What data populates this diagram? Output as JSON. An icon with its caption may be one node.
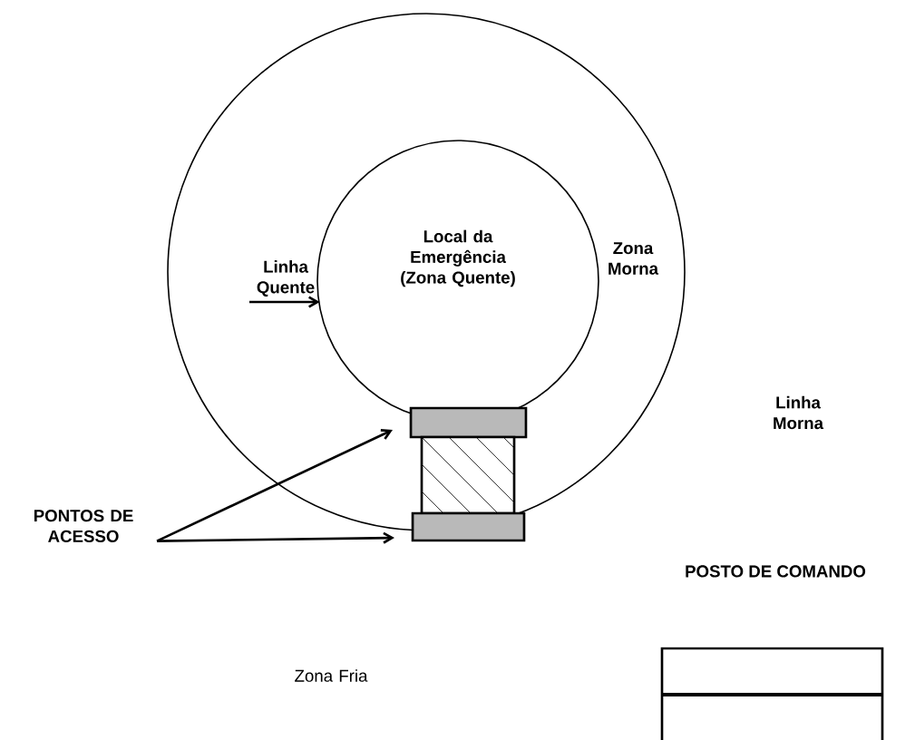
{
  "diagram": {
    "nodes": [
      {
        "text": [
          "Zona Morna"
        ]
      },
      {
        "text": [
          "Local da Emergência (Zona Quente)"
        ],
        "in": 0
      },
      {
        "text": [
          "Linha Quente"
        ],
        "in": 0
      },
      {
        "text": [],
        "shape": "box",
        "in": 0
      },
      {
        "text": [],
        "shape": "box",
        "in": 0
      },
      {
        "text": [],
        "shape": "box"
      },
      {
        "text": [
          "PONTOS DE ACESSO"
        ]
      },
      {
        "text": [
          "POSTO DE COMANDO"
        ]
      }
    ],
    "edges": [
      {
        "from": 2,
        "to": 1,
        "arrow": "to"
      },
      {
        "from": 6,
        "to": 3,
        "arrow": "to"
      },
      {
        "from": 6,
        "to": 5,
        "arrow": "to"
      }
    ],
    "labels": [
      "Linha Morna",
      "Zona Fria"
    ]
  }
}
